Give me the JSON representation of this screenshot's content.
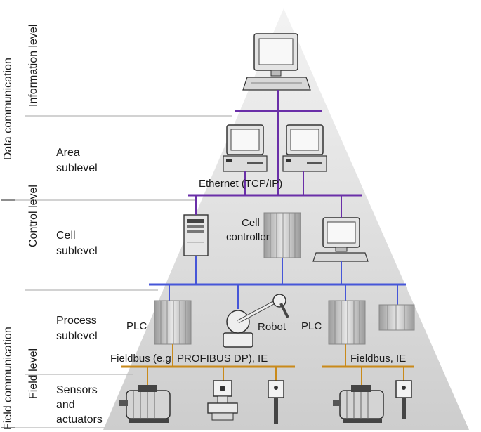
{
  "side_labels": {
    "data_communication": "Data communication",
    "field_communication": "Field communication",
    "information_level": "Information level",
    "control_level": "Control level",
    "field_level": "Field level"
  },
  "sublevels": {
    "area": [
      "Area",
      "sublevel"
    ],
    "cell": [
      "Cell",
      "sublevel"
    ],
    "process": [
      "Process",
      "sublevel"
    ],
    "sensors": [
      "Sensors",
      "and",
      "actuators"
    ]
  },
  "device_labels": {
    "ethernet": "Ethernet (TCP/IP)",
    "cell_controller": [
      "Cell",
      "controller"
    ],
    "plc_left": "PLC",
    "plc_right": "PLC",
    "robot": "Robot",
    "fieldbus_left": "Fieldbus (e.g. PROFIBUS DP), IE",
    "fieldbus_right": "Fieldbus, IE"
  },
  "colors": {
    "pyramid_top": "#f2f2f2",
    "pyramid_bottom": "#cfcfcf",
    "ethernet_bus": "#6a2fa8",
    "cell_bus": "#4656d8",
    "fieldbus": "#c98a1a"
  }
}
